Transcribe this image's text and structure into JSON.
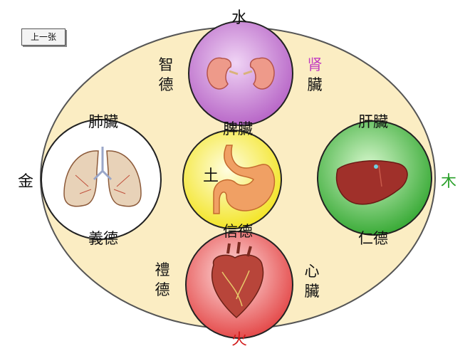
{
  "prev_button": "上一张",
  "elements": {
    "water": "水",
    "fire": "火",
    "metal": "金",
    "wood": "木",
    "earth": "土"
  },
  "kidney": {
    "virtue_a": "智",
    "virtue_b": "德",
    "organ_a": "肾",
    "organ_b": "臟"
  },
  "heart": {
    "virtue_a": "禮",
    "virtue_b": "德",
    "organ_a": "心",
    "organ_b": "臟"
  },
  "lung": {
    "organ": "肺臟",
    "virtue": "義德"
  },
  "liver": {
    "organ": "肝臟",
    "virtue": "仁德"
  },
  "spleen": {
    "organ": "脾臟",
    "virtue": "信德"
  },
  "colors": {
    "outer_fill": "#fbedc3",
    "water_circle": "#b45fc4",
    "spleen_circle": "#f4ea1c",
    "liver_circle": "#2ea52c",
    "heart_circle": "#e94b4b",
    "lung_circle": "#ffffff",
    "fire_text": "#d21a1a",
    "wood_text": "#2aa02a",
    "accent": "#c23bc2"
  }
}
